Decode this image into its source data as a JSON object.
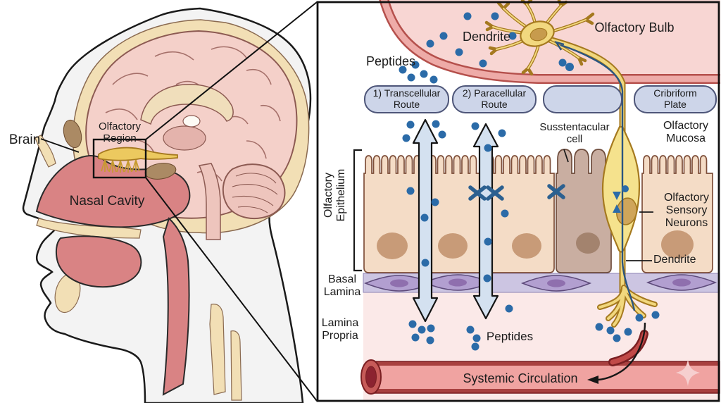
{
  "panel_left": {
    "brain": "Brain",
    "olfactory_region_line1": "Olfactory",
    "olfactory_region_line2": "Region",
    "nasal_cavity": "Nasal Cavity"
  },
  "panel_right": {
    "peptides_top": "Peptides",
    "dendrite_top": "Dendrite",
    "olfactory_bulb": "Olfactory Bulb",
    "routes": [
      {
        "line1": "1) Transcellular",
        "line2": "Route"
      },
      {
        "line1": "2) Paracellular",
        "line2": "Route"
      },
      {
        "line1": "",
        "line2": ""
      },
      {
        "line1": "Cribriform",
        "line2": "Plate"
      }
    ],
    "sustentacular_line1": "Susstentacular",
    "sustentacular_line2": "cell",
    "olfactory_mucosa_line1": "Olfactory",
    "olfactory_mucosa_line2": "Mucosa",
    "olfactory_epithelium_line1": "Olfactory",
    "olfactory_epithelium_line2": "Epithelium",
    "basal_lamina_line1": "Basal",
    "basal_lamina_line2": "Lamina",
    "lamina_propria_line1": "Lamina",
    "lamina_propria_line2": "Propria",
    "osn_line1": "Olfactory",
    "osn_line2": "Sensory",
    "osn_line3": "Neurons",
    "dendrite_lower": "Dendrite",
    "peptides_bottom": "Peptides",
    "systemic_circulation": "Systemic Circulation"
  },
  "colors": {
    "peptide_dot_blue": "#2b6ba8",
    "vessel_red": "#b0494a",
    "olfactory_bulb_pink": "#f8d6d3",
    "neuron_yellow": "#f1d77d",
    "route_pill_fill": "#cdd5e9",
    "epithelium_tan": "#f4dcc6",
    "basal_lamina_lavender": "#ccc5e2",
    "nasal_cavity_rose": "#d98384"
  }
}
